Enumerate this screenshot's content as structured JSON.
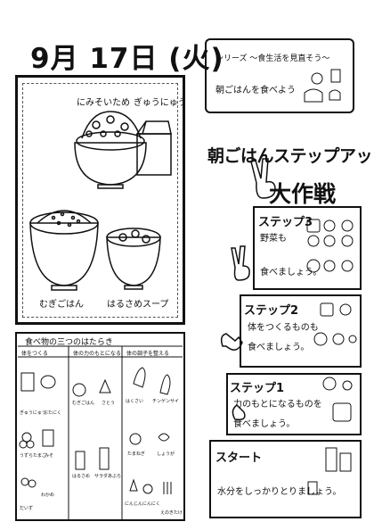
{
  "date": "9月 17日 (火)",
  "menu": {
    "items": [
      {
        "name": "にみそいため"
      },
      {
        "name": "ぎゅうにゅう"
      },
      {
        "name": "むぎごはん"
      },
      {
        "name": "はるさめスープ"
      }
    ]
  },
  "food_functions": {
    "title": "食べ物の三つのはたらき",
    "columns": [
      {
        "header": "体をつくる",
        "items": [
          "ぎゅうにゅう",
          "ぶたにく",
          "うずらたまご",
          "みそ",
          "わかめ",
          "だいず"
        ]
      },
      {
        "header": "体の力のもとになる",
        "items": [
          "むぎごはん",
          "さとう",
          "はるさめ",
          "サラダあぶら"
        ]
      },
      {
        "header": "体の調子を整える",
        "items": [
          "はくさい",
          "チンゲンサイ",
          "たまねぎ",
          "しょうが",
          "にんじん",
          "にんにく",
          "えのきたけ"
        ]
      }
    ]
  },
  "series": {
    "title": "シリーズ 〜食生活を見直そう〜",
    "subtitle": "朝ごはんを食べよう"
  },
  "campaign": {
    "title": "朝ごはんステップアップ",
    "subtitle": "大作戦"
  },
  "steps": [
    {
      "title": "ステップ3",
      "lines": [
        "野菜も",
        "食べましょう。"
      ]
    },
    {
      "title": "ステップ2",
      "lines": [
        "体をつくるものも",
        "食べましょう。"
      ]
    },
    {
      "title": "ステップ1",
      "lines": [
        "力のもとになるものを",
        "食べましょう。"
      ]
    },
    {
      "title": "スタート",
      "lines": [
        "水分をしっかりとりましょう。"
      ]
    }
  ]
}
